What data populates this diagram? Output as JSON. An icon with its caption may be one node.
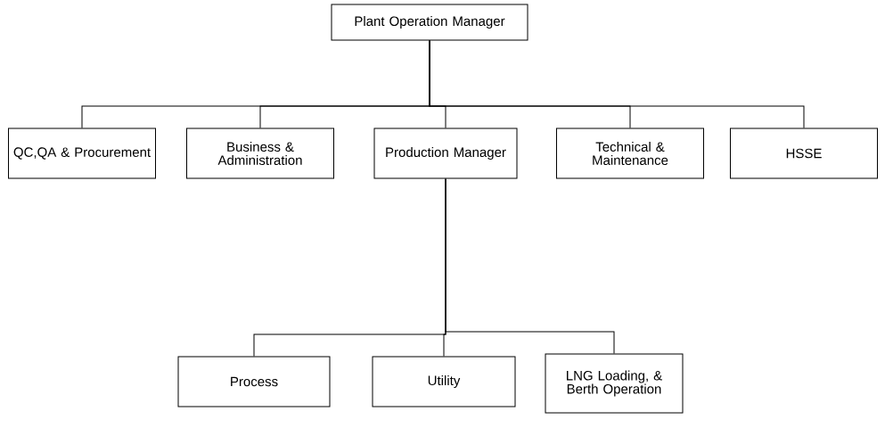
{
  "diagram": {
    "nodes": [
      {
        "text": [
          "Plant Operation Manager"
        ]
      },
      {
        "text": [
          "QC,QA & Procurement"
        ]
      },
      {
        "text": [
          "Business & Administration"
        ]
      },
      {
        "text": [
          "Production Manager"
        ]
      },
      {
        "text": [
          "Technical & Maintenance"
        ]
      },
      {
        "text": [
          "HSSE"
        ]
      },
      {
        "text": [
          "Process"
        ]
      },
      {
        "text": [
          "Utility"
        ]
      },
      {
        "text": [
          "LNG Loading, & Berth Operation"
        ]
      }
    ],
    "edges": [
      {
        "from": 0,
        "to": 1,
        "arrow": "none"
      },
      {
        "from": 0,
        "to": 2,
        "arrow": "none"
      },
      {
        "from": 0,
        "to": 3,
        "arrow": "none"
      },
      {
        "from": 0,
        "to": 4,
        "arrow": "none"
      },
      {
        "from": 0,
        "to": 5,
        "arrow": "none"
      },
      {
        "from": 3,
        "to": 6,
        "arrow": "none"
      },
      {
        "from": 3,
        "to": 7,
        "arrow": "none"
      },
      {
        "from": 3,
        "to": 8,
        "arrow": "none"
      }
    ]
  }
}
